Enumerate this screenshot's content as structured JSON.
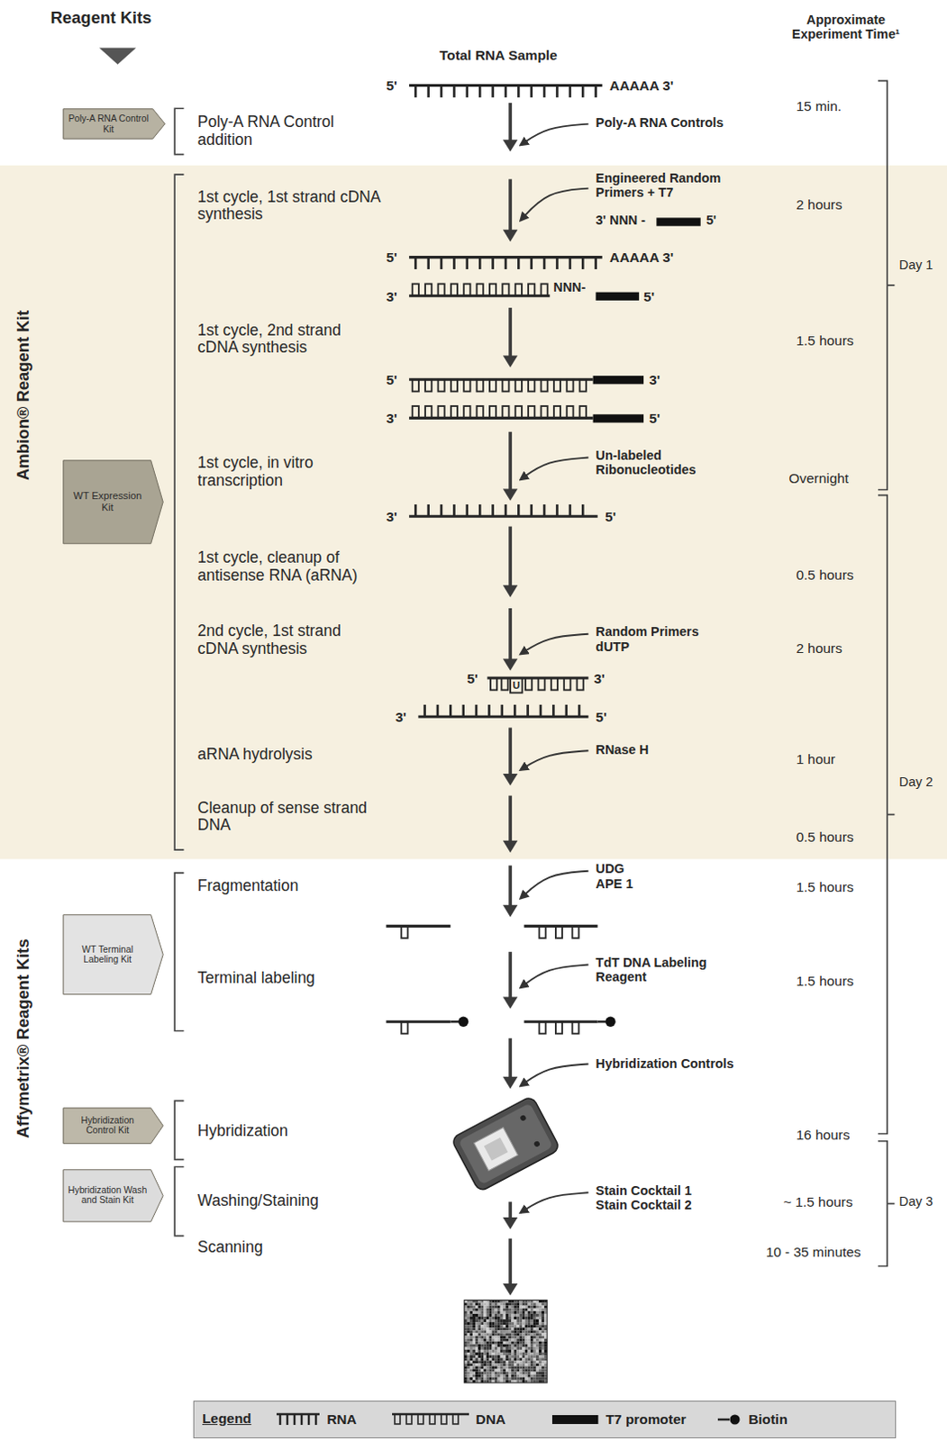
{
  "diagram": {
    "nodes": [
      {
        "text": [
          "Poly-A RNA Control Kit"
        ]
      },
      {
        "text": [
          "WT Expression Kit"
        ]
      },
      {
        "text": [
          "WT Terminal Labeling Kit"
        ]
      },
      {
        "text": [
          "Hybridization Control Kit"
        ]
      },
      {
        "text": [
          "Hybridization Wash and Stain Kit"
        ]
      }
    ],
    "labels": [
      "Reagent Kits",
      "Total RNA Sample",
      "Approximate Experiment Time¹",
      "5'",
      "AAAAA 3'",
      "15 min.",
      "Poly-A RNA Control addition",
      "Poly-A RNA Controls",
      "Ambion® Reagent Kit",
      "1st cycle, 1st strand cDNA synthesis",
      "Engineered Random Primers + T7",
      "3' NNN -",
      "5'",
      "2 hours",
      "5'",
      "AAAAA 3'",
      "3'",
      "NNN-",
      "5'",
      "Day 1",
      "1st cycle, 2nd strand cDNA synthesis",
      "1.5 hours",
      "5'",
      "3'",
      "3'",
      "5'",
      "1st cycle, in vitro transcription",
      "Un-labeled Ribonucleotides",
      "Overnight",
      "3'",
      "5'",
      "1st cycle, cleanup of antisense RNA (aRNA)",
      "0.5 hours",
      "2nd cycle, 1st strand cDNA synthesis",
      "Random Primers dUTP",
      "2 hours",
      "5'",
      "U",
      "3'",
      "3'",
      "5'",
      "aRNA hydrolysis",
      "RNase H",
      "1 hour",
      "Day 2",
      "Cleanup of sense strand DNA",
      "0.5 hours",
      "Affymetrix® Reagent Kits",
      "Fragmentation",
      "UDG APE 1",
      "1.5 hours",
      "Terminal labeling",
      "TdT DNA Labeling Reagent",
      "1.5 hours",
      "Hybridization Controls",
      "Hybridization",
      "16 hours",
      "Washing/Staining",
      "Stain Cocktail 1 Stain Cocktail 2",
      "~ 1.5 hours",
      "Day 3",
      "Scanning",
      "10 - 35 minutes",
      "Legend"
    ],
    "legend": [
      {
        "text": "RNA"
      },
      {
        "text": "DNA"
      },
      {
        "text": "T7 promoter",
        "color": "#111111"
      },
      {
        "text": "Biotin"
      }
    ]
  }
}
